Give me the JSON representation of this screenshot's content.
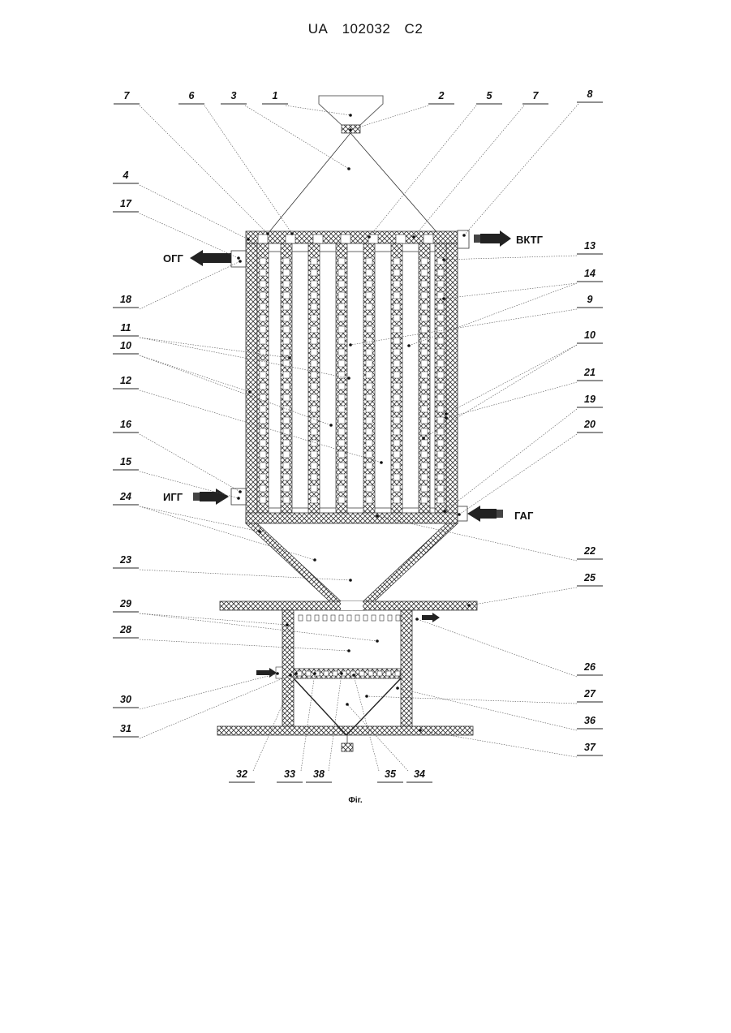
{
  "header": {
    "country": "UA",
    "number": "102032",
    "kind": "C2"
  },
  "caption": "Фіг.",
  "flows": {
    "vktg": "ВКТГ",
    "ogg": "ОГГ",
    "igg": "ИГГ",
    "gag": "ГАГ"
  },
  "labels": {
    "top": [
      "7",
      "6",
      "3",
      "1",
      "2",
      "5",
      "7",
      "8"
    ],
    "left": [
      "4",
      "17",
      "18",
      "11",
      "10",
      "12",
      "16",
      "15",
      "24",
      "23",
      "29",
      "28",
      "30",
      "31"
    ],
    "right": [
      "13",
      "14",
      "9",
      "10",
      "21",
      "19",
      "20",
      "22",
      "25",
      "26",
      "27",
      "36",
      "37"
    ],
    "bottom": [
      "32",
      "33",
      "38",
      "35",
      "34"
    ]
  }
}
